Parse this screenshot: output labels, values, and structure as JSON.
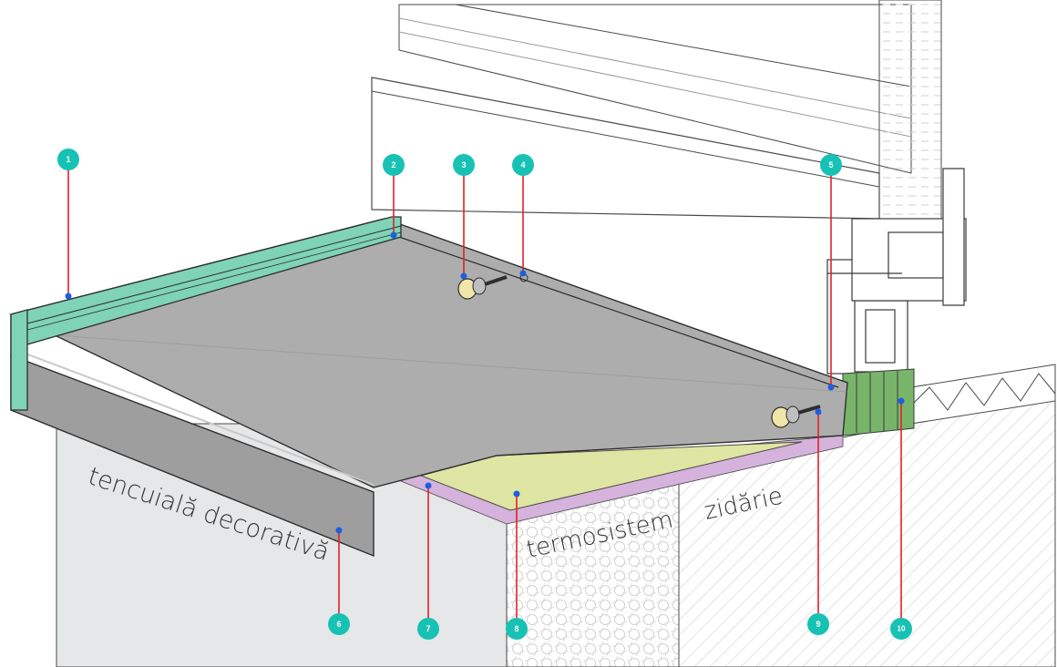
{
  "labels": {
    "plaster": "tencuială decorativă",
    "insulation": "termosistem",
    "masonry": "zidărie"
  },
  "markers": [
    "1",
    "2",
    "3",
    "4",
    "5",
    "6",
    "7",
    "8",
    "9",
    "10"
  ],
  "colors": {
    "marker": "#17c2b4",
    "leader": "#e2202a",
    "anchor_dot": "#1d5fe0",
    "sill_top": "#adadad",
    "sill_end_cap": "#7fd3b6",
    "insulation_pad": "#dfe5a2",
    "membrane": "#d5b3dc",
    "frame_seal": "#78b56a"
  }
}
